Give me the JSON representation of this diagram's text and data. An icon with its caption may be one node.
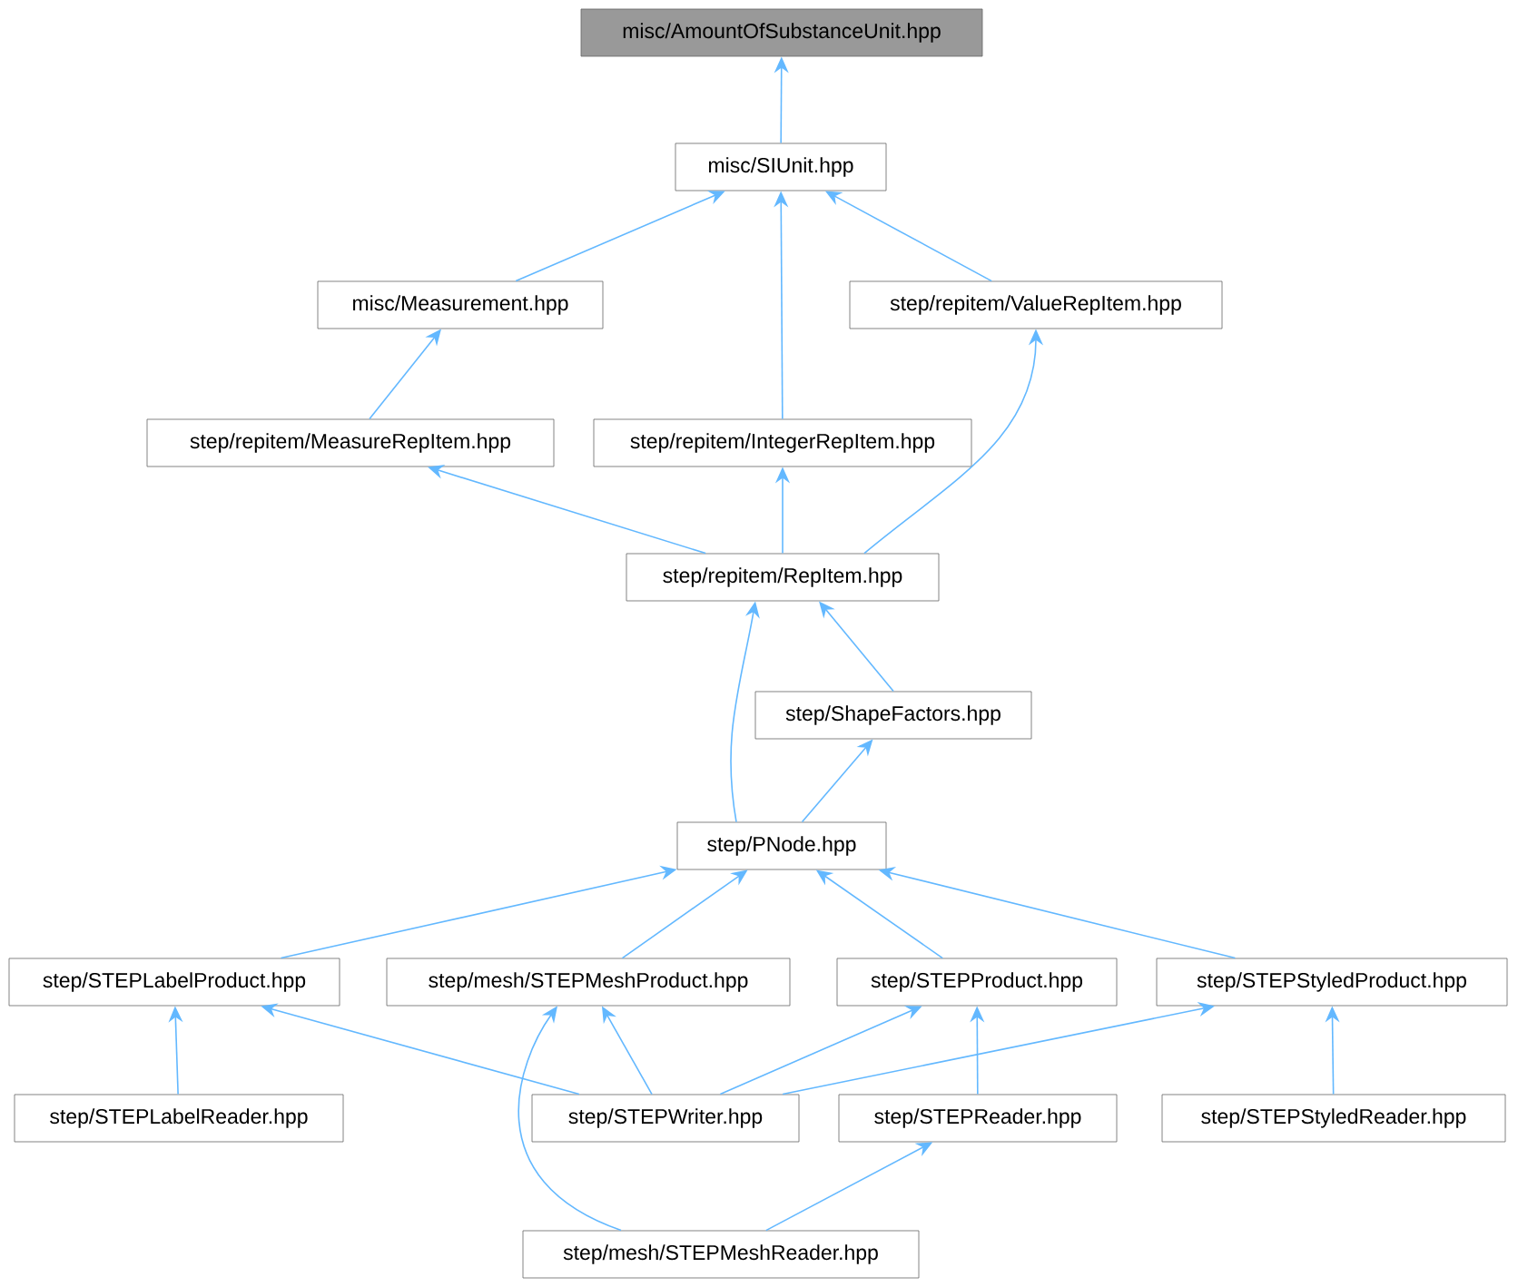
{
  "diagram": {
    "nodes": [
      {
        "text": [
          "misc/AmountOfSubstanceUnit.hpp"
        ]
      },
      {
        "text": [
          "misc/SIUnit.hpp"
        ]
      },
      {
        "text": [
          "misc/Measurement.hpp"
        ]
      },
      {
        "text": [
          "step/repitem/ValueRepItem.hpp"
        ]
      },
      {
        "text": [
          "step/repitem/MeasureRepItem.hpp"
        ]
      },
      {
        "text": [
          "step/repitem/IntegerRepItem.hpp"
        ]
      },
      {
        "text": [
          "step/repitem/RepItem.hpp"
        ]
      },
      {
        "text": [
          "step/ShapeFactors.hpp"
        ]
      },
      {
        "text": [
          "step/PNode.hpp"
        ]
      },
      {
        "text": [
          "step/STEPLabelProduct.hpp"
        ]
      },
      {
        "text": [
          "step/mesh/STEPMeshProduct.hpp"
        ]
      },
      {
        "text": [
          "step/STEPProduct.hpp"
        ]
      },
      {
        "text": [
          "step/STEPStyledProduct.hpp"
        ]
      },
      {
        "text": [
          "step/STEPLabelReader.hpp"
        ]
      },
      {
        "text": [
          "step/STEPWriter.hpp"
        ]
      },
      {
        "text": [
          "step/STEPReader.hpp"
        ]
      },
      {
        "text": [
          "step/STEPStyledReader.hpp"
        ]
      },
      {
        "text": [
          "step/mesh/STEPMeshReader.hpp"
        ]
      }
    ],
    "edges": [
      {
        "from": 1,
        "to": 0,
        "arrow": "to"
      },
      {
        "from": 2,
        "to": 1,
        "arrow": "to"
      },
      {
        "from": 5,
        "to": 1,
        "arrow": "to"
      },
      {
        "from": 3,
        "to": 1,
        "arrow": "to"
      },
      {
        "from": 4,
        "to": 2,
        "arrow": "to"
      },
      {
        "from": 6,
        "to": 4,
        "arrow": "to"
      },
      {
        "from": 6,
        "to": 5,
        "arrow": "to"
      },
      {
        "from": 6,
        "to": 3,
        "arrow": "to"
      },
      {
        "from": 7,
        "to": 6,
        "arrow": "to"
      },
      {
        "from": 8,
        "to": 6,
        "arrow": "to"
      },
      {
        "from": 8,
        "to": 7,
        "arrow": "to"
      },
      {
        "from": 9,
        "to": 8,
        "arrow": "to"
      },
      {
        "from": 10,
        "to": 8,
        "arrow": "to"
      },
      {
        "from": 11,
        "to": 8,
        "arrow": "to"
      },
      {
        "from": 12,
        "to": 8,
        "arrow": "to"
      },
      {
        "from": 13,
        "to": 9,
        "arrow": "to"
      },
      {
        "from": 14,
        "to": 9,
        "arrow": "to"
      },
      {
        "from": 14,
        "to": 10,
        "arrow": "to"
      },
      {
        "from": 14,
        "to": 11,
        "arrow": "to"
      },
      {
        "from": 14,
        "to": 12,
        "arrow": "to"
      },
      {
        "from": 17,
        "to": 10,
        "arrow": "to"
      },
      {
        "from": 15,
        "to": 11,
        "arrow": "to"
      },
      {
        "from": 16,
        "to": 12,
        "arrow": "to"
      },
      {
        "from": 17,
        "to": 15,
        "arrow": "to"
      }
    ]
  }
}
